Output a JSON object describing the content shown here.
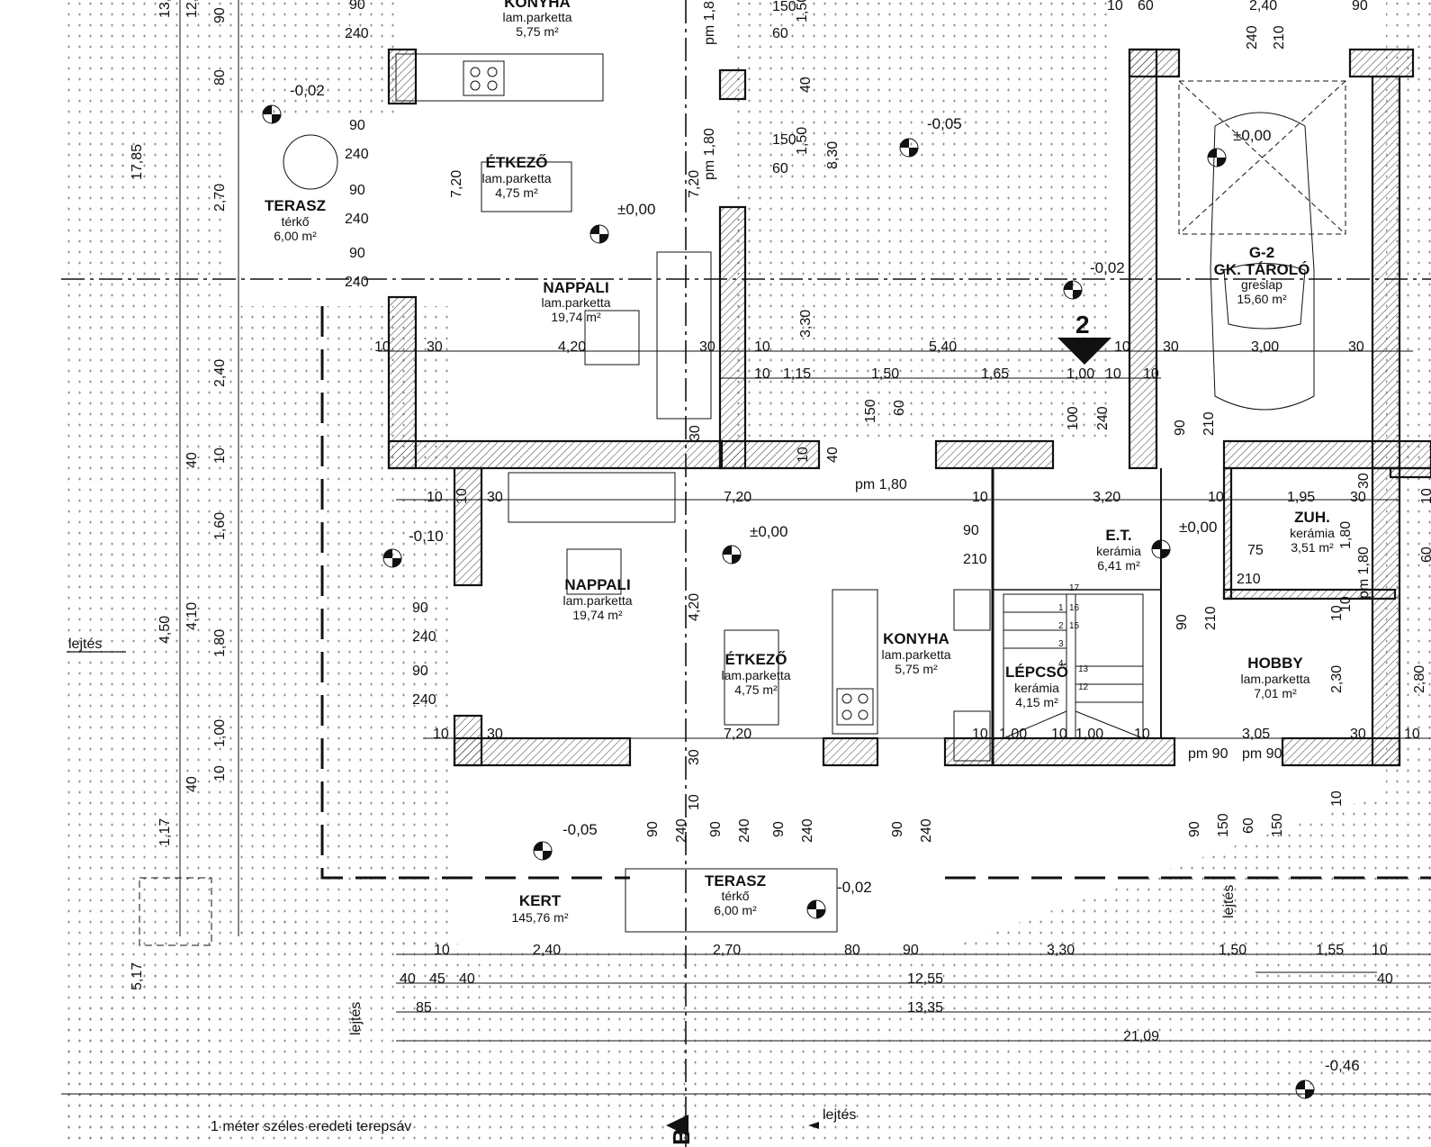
{
  "rooms": [
    {
      "id": "konyha-top",
      "name": "KONYHA",
      "finish": "lam.parketta",
      "area": "5,75 m²"
    },
    {
      "id": "etkezo-top",
      "name": "ÉTKEZŐ",
      "finish": "lam.parketta",
      "area": "4,75 m²"
    },
    {
      "id": "terasz-top",
      "name": "TERASZ",
      "finish": "térkő",
      "area": "6,00 m²"
    },
    {
      "id": "nappali-top",
      "name": "NAPPALI",
      "finish": "lam.parketta",
      "area": "19,74 m²"
    },
    {
      "id": "g2",
      "name": "G-2",
      "name2": "GK. TÁROLÓ",
      "finish": "greslap",
      "area": "15,60 m²"
    },
    {
      "id": "nappali",
      "name": "NAPPALI",
      "finish": "lam.parketta",
      "area": "19,74 m²"
    },
    {
      "id": "etkezo",
      "name": "ÉTKEZŐ",
      "finish": "lam.parketta",
      "area": "4,75 m²"
    },
    {
      "id": "konyha",
      "name": "KONYHA",
      "finish": "lam.parketta",
      "area": "5,75 m²"
    },
    {
      "id": "et",
      "name": "E.T.",
      "finish": "kerámia",
      "area": "6,41 m²"
    },
    {
      "id": "zuh",
      "name": "ZUH.",
      "finish": "kerámia",
      "area": "3,51 m²"
    },
    {
      "id": "lepcso",
      "name": "LÉPCSŐ",
      "finish": "kerámia",
      "area": "4,15 m²"
    },
    {
      "id": "hobby",
      "name": "HOBBY",
      "finish": "lam.parketta",
      "area": "7,01 m²"
    },
    {
      "id": "kert",
      "name": "KERT",
      "finish": "",
      "area": "145,76 m²"
    },
    {
      "id": "terasz",
      "name": "TERASZ",
      "finish": "térkő",
      "area": "6,00 m²"
    }
  ],
  "levels": [
    "-0,02",
    "±0,00",
    "-0,05",
    "±0,00",
    "-0,02",
    "-0,10",
    "±0,00",
    "±0,00",
    "-0,05",
    "-0,02",
    "-0,46"
  ],
  "dims": {
    "top_row": [
      "10",
      "60",
      "2,40",
      "90",
      "240",
      "210"
    ],
    "left_col": [
      "13,",
      "12,",
      "90",
      "240",
      "80",
      "17,85",
      "2,70",
      "2,40",
      "40",
      "10",
      "1,60",
      "4,50",
      "4,10",
      "1,80",
      "1,00",
      "40",
      "10",
      "1,17",
      "5,17"
    ],
    "window_pairs": [
      "90",
      "240",
      "90",
      "240",
      "90",
      "240",
      "90",
      "240",
      "90",
      "240",
      "90",
      "240"
    ],
    "mid_col": [
      "pm 1,8",
      "150",
      "60",
      "1,50",
      "40",
      "pm 1,80",
      "150",
      "60",
      "1,50",
      "8,30",
      "7,20",
      "7,20",
      "3,30"
    ],
    "row_a": [
      "10",
      "30",
      "4,20",
      "30",
      "10",
      "5,40",
      "10",
      "30",
      "3,00",
      "30"
    ],
    "row_b": [
      "10",
      "1,15",
      "1,50",
      "1,65",
      "1,00",
      "10",
      "10"
    ],
    "row_c": [
      "150",
      "60",
      "100",
      "240",
      "90",
      "210",
      "30",
      "40",
      "10",
      "pm 1,80"
    ],
    "row_d": [
      "10",
      "10",
      "30",
      "7,20",
      "10",
      "3,20",
      "10",
      "1,95",
      "30"
    ],
    "doors": [
      "90",
      "210",
      "75",
      "210",
      "90",
      "210",
      "30",
      "1,80",
      "60",
      "10",
      "10",
      "pm 1,80"
    ],
    "row_e": [
      "4,20",
      "7,20",
      "10",
      "30",
      "10",
      "1,00",
      "10",
      "1,00",
      "10",
      "3,05",
      "30",
      "10",
      "2,30",
      "2,80",
      "10"
    ],
    "pm_labels": [
      "pm 90",
      "pm 90"
    ],
    "stair_steps": [
      "17",
      "16",
      "15",
      "1",
      "2",
      "3",
      "13",
      "12",
      "4"
    ],
    "bottom_pairs": [
      "90",
      "240",
      "90",
      "240",
      "90",
      "240",
      "90",
      "240",
      "90",
      "150",
      "60",
      "150",
      "30",
      "10",
      "10"
    ],
    "bottom_row": [
      "10",
      "2,40",
      "2,70",
      "80",
      "90",
      "3,30",
      "1,50",
      "1,55",
      "10",
      "40"
    ],
    "chain": [
      "40",
      "45",
      "40",
      "12,55",
      "85",
      "13,35",
      "21,09"
    ]
  },
  "labels": {
    "slope": "lejtés",
    "terrain": "1 méter széles eredeti terepsáv",
    "section_top": "2",
    "section_bottom": "B"
  }
}
